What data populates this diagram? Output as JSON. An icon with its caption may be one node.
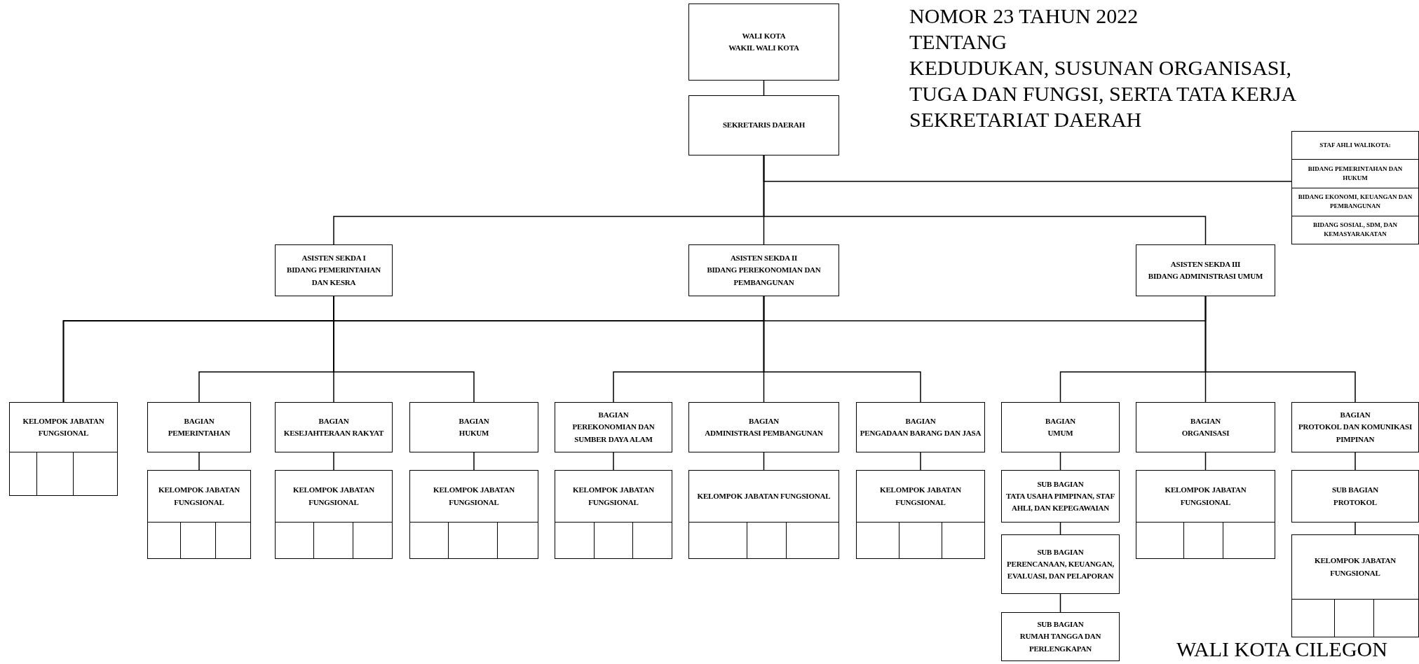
{
  "diagram": {
    "nodes": [
      {
        "text": [
          "WALI KOTA",
          "WAKIL WALI KOTA"
        ]
      },
      {
        "text": [
          "SEKRETARIS DAERAH"
        ]
      },
      {
        "text": [
          "STAF AHLI WALIKOTA:",
          "BIDANG PEMERINTAHAN DAN HUKUM",
          "BIDANG EKONOMI, KEUANGAN DAN PEMBANGUNAN",
          "BIDANG SOSIAL, SDM, DAN KEMASYARAKATAN"
        ]
      },
      {
        "text": [
          "ASISTEN SEKDA I",
          "BIDANG PEMERINTAHAN DAN KESRA"
        ]
      },
      {
        "text": [
          "ASISTEN SEKDA II",
          "BIDANG PEREKONOMIAN DAN PEMBANGUNAN"
        ]
      },
      {
        "text": [
          "ASISTEN SEKDA III",
          "BIDANG ADMINISTRASI UMUM"
        ]
      },
      {
        "text": [
          "KELOMPOK JABATAN FUNGSIONAL"
        ]
      },
      {
        "text": [
          "BAGIAN",
          "PEMERINTAHAN"
        ]
      },
      {
        "text": [
          "BAGIAN",
          "KESEJAHTERAAN RAKYAT"
        ]
      },
      {
        "text": [
          "BAGIAN",
          "HUKUM"
        ]
      },
      {
        "text": [
          "BAGIAN",
          "PEREKONOMIAN DAN SUMBER DAYA ALAM"
        ]
      },
      {
        "text": [
          "BAGIAN",
          "ADMINISTRASI PEMBANGUNAN"
        ]
      },
      {
        "text": [
          "BAGIAN",
          "PENGADAAN BARANG DAN JASA"
        ]
      },
      {
        "text": [
          "BAGIAN",
          "UMUM"
        ]
      },
      {
        "text": [
          "BAGIAN",
          "ORGANISASI"
        ]
      },
      {
        "text": [
          "BAGIAN",
          "PROTOKOL DAN KOMUNIKASI PIMPINAN"
        ]
      },
      {
        "text": [
          "KELOMPOK JABATAN FUNGSIONAL"
        ]
      },
      {
        "text": [
          "KELOMPOK JABATAN FUNGSIONAL"
        ]
      },
      {
        "text": [
          "KELOMPOK JABATAN FUNGSIONAL"
        ]
      },
      {
        "text": [
          "KELOMPOK JABATAN FUNGSIONAL"
        ]
      },
      {
        "text": [
          "KELOMPOK JABATAN FUNGSIONAL"
        ]
      },
      {
        "text": [
          "KELOMPOK JABATAN FUNGSIONAL"
        ]
      },
      {
        "text": [
          "SUB BAGIAN",
          "TATA USAHA PIMPINAN, STAF AHLI, DAN KEPEGAWAIAN"
        ]
      },
      {
        "text": [
          "SUB BAGIAN",
          "PERENCANAAN, KEUANGAN, EVALUASI, DAN PELAPORAN"
        ]
      },
      {
        "text": [
          "SUB BAGIAN",
          "RUMAH TANGGA DAN PERLENGKAPAN"
        ]
      },
      {
        "text": [
          "KELOMPOK JABATAN FUNGSIONAL"
        ]
      },
      {
        "text": [
          "SUB BAGIAN",
          "PROTOKOL"
        ]
      },
      {
        "text": [
          "KELOMPOK JABATAN FUNGSIONAL"
        ]
      }
    ],
    "edges": [
      {
        "from": 0,
        "to": 1,
        "arrow": "none"
      },
      {
        "from": 1,
        "to": 2,
        "arrow": "none"
      },
      {
        "from": 1,
        "to": 3,
        "arrow": "none"
      },
      {
        "from": 1,
        "to": 4,
        "arrow": "none"
      },
      {
        "from": 1,
        "to": 5,
        "arrow": "none"
      },
      {
        "from": 3,
        "to": 6,
        "arrow": "none"
      },
      {
        "from": 4,
        "to": 6,
        "arrow": "none"
      },
      {
        "from": 5,
        "to": 6,
        "arrow": "none"
      },
      {
        "from": 3,
        "to": 7,
        "arrow": "none"
      },
      {
        "from": 3,
        "to": 8,
        "arrow": "none"
      },
      {
        "from": 3,
        "to": 9,
        "arrow": "none"
      },
      {
        "from": 4,
        "to": 10,
        "arrow": "none"
      },
      {
        "from": 4,
        "to": 11,
        "arrow": "none"
      },
      {
        "from": 4,
        "to": 12,
        "arrow": "none"
      },
      {
        "from": 5,
        "to": 13,
        "arrow": "none"
      },
      {
        "from": 5,
        "to": 14,
        "arrow": "none"
      },
      {
        "from": 5,
        "to": 15,
        "arrow": "none"
      },
      {
        "from": 7,
        "to": 16,
        "arrow": "none"
      },
      {
        "from": 8,
        "to": 17,
        "arrow": "none"
      },
      {
        "from": 9,
        "to": 18,
        "arrow": "none"
      },
      {
        "from": 10,
        "to": 19,
        "arrow": "none"
      },
      {
        "from": 11,
        "to": 20,
        "arrow": "none"
      },
      {
        "from": 12,
        "to": 21,
        "arrow": "none"
      },
      {
        "from": 13,
        "to": 22,
        "arrow": "none"
      },
      {
        "from": 22,
        "to": 23,
        "arrow": "none"
      },
      {
        "from": 23,
        "to": 24,
        "arrow": "none"
      },
      {
        "from": 14,
        "to": 25,
        "arrow": "none"
      },
      {
        "from": 15,
        "to": 26,
        "arrow": "none"
      },
      {
        "from": 26,
        "to": 27,
        "arrow": "none"
      }
    ],
    "labels": [
      "NOMOR 23 TAHUN 2022",
      "TENTANG",
      "KEDUDUKAN, SUSUNAN ORGANISASI, TUGA DAN FUNGSI, SERTA TATA KERJA SEKRETARIAT DAERAH",
      "WALI KOTA CILEGON"
    ]
  }
}
